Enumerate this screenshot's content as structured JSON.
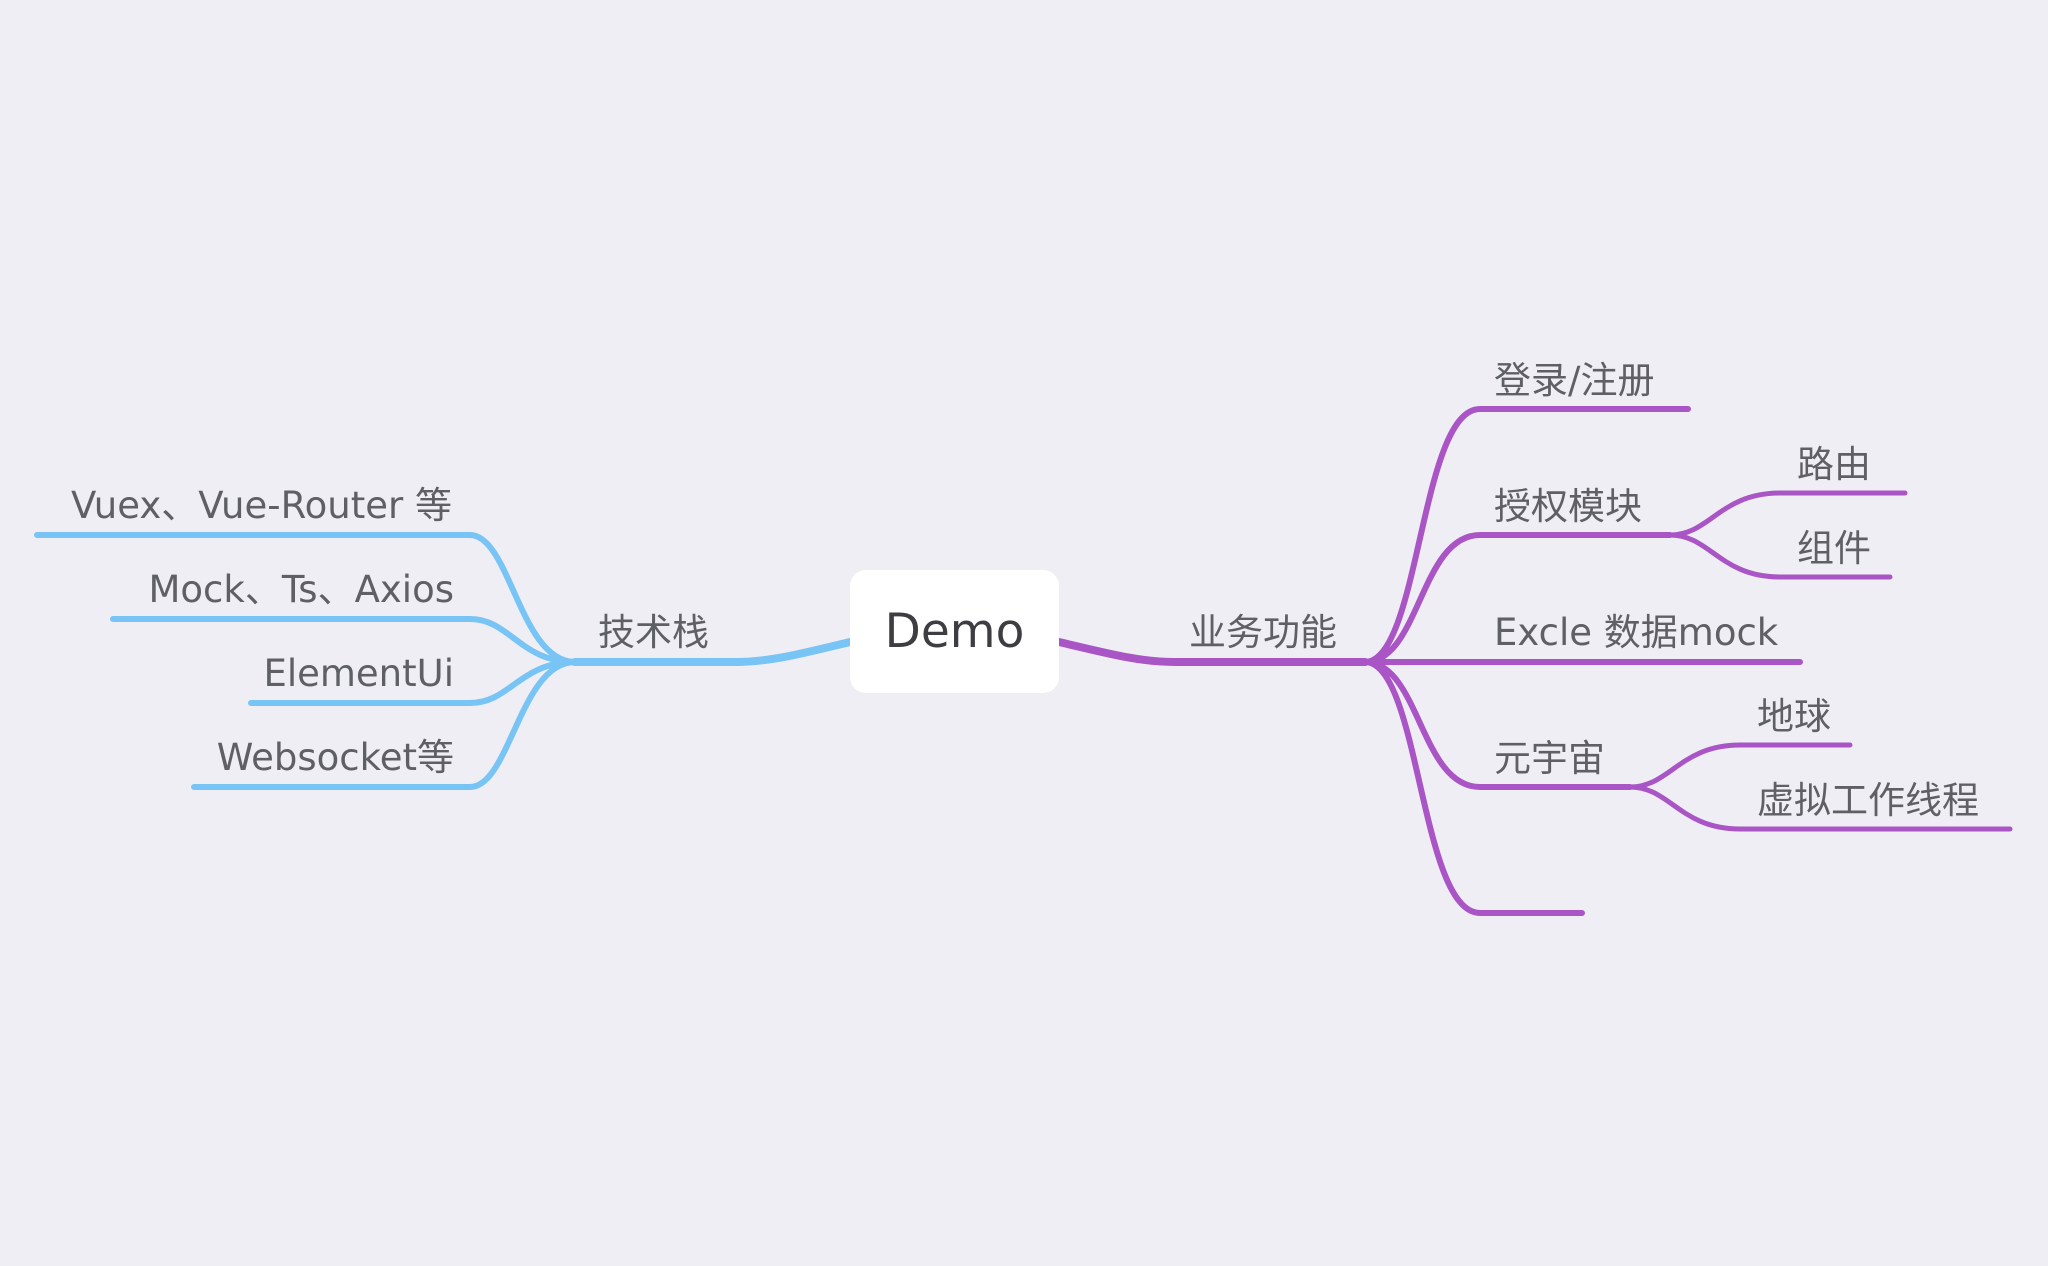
{
  "mindmap": {
    "center": {
      "label": "Demo"
    },
    "branches": [
      {
        "label": "技术栈",
        "color": "#77c4f5",
        "children": [
          {
            "label": "Vuex、Vue-Router 等"
          },
          {
            "label": "Mock、Ts、Axios"
          },
          {
            "label": "ElementUi"
          },
          {
            "label": "Websocket等"
          }
        ]
      },
      {
        "label": "业务功能",
        "color": "#aa55c6",
        "children": [
          {
            "label": "登录/注册"
          },
          {
            "label": "授权模块",
            "children": [
              {
                "label": "路由"
              },
              {
                "label": "组件"
              }
            ]
          },
          {
            "label": "Excle 数据mock"
          },
          {
            "label": "元宇宙",
            "children": [
              {
                "label": "地球"
              },
              {
                "label": "虚拟工作线程"
              }
            ]
          },
          {
            "label": ""
          }
        ]
      }
    ]
  }
}
